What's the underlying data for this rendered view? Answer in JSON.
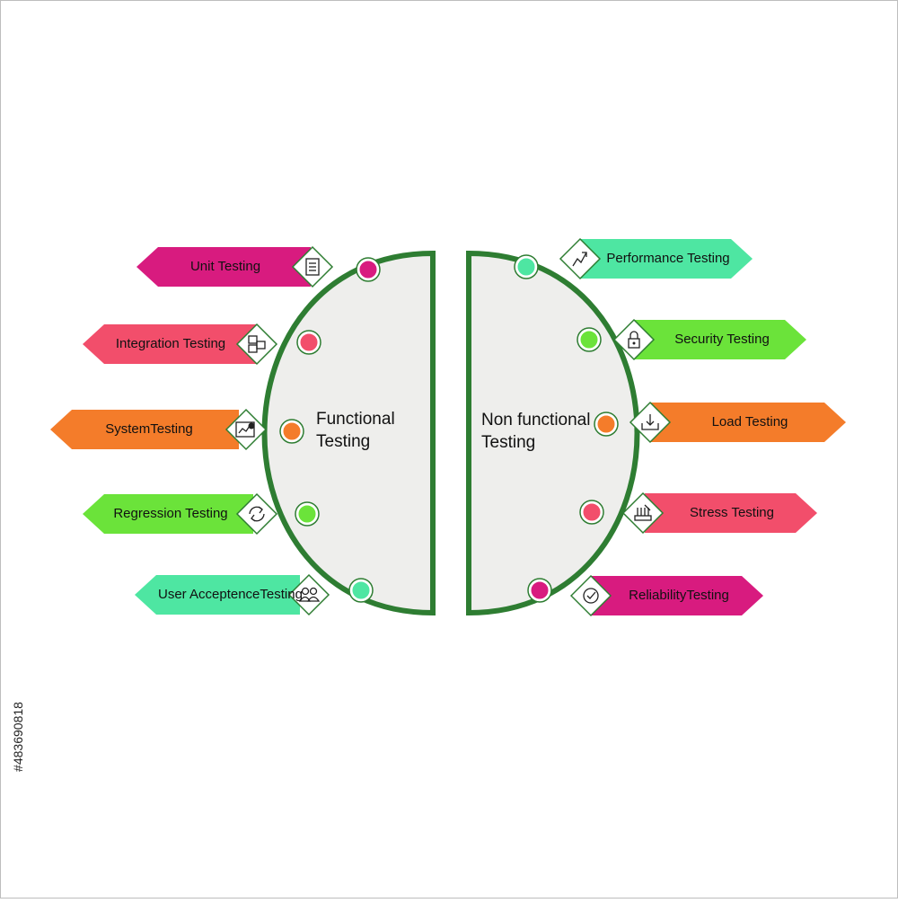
{
  "colors": {
    "outline": "#2e7d32",
    "half_fill": "#eeeeec",
    "magenta": "#d81b7f",
    "coral": "#f24e6b",
    "orange": "#f47c2a",
    "lime": "#6be33a",
    "mint": "#4ee6a2",
    "icon_border": "#2e7d32"
  },
  "left_half": {
    "label_line1": "Functional",
    "label_line2": "Testing",
    "items": [
      {
        "label": "Unit Testing",
        "color": "magenta",
        "dot": "magenta",
        "icon": "document-icon"
      },
      {
        "label": "Integration Testing",
        "color": "coral",
        "dot": "coral",
        "icon": "stacked-boxes-icon"
      },
      {
        "label": "SystemTesting",
        "color": "orange",
        "dot": "orange",
        "icon": "chart-gear-icon"
      },
      {
        "label": "Regression Testing",
        "color": "lime",
        "dot": "lime",
        "icon": "cycle-arrows-icon"
      },
      {
        "label": "User AcceptenceTesting",
        "color": "mint",
        "dot": "mint",
        "icon": "users-icon"
      }
    ]
  },
  "right_half": {
    "label_line1": "Non functional",
    "label_line2": "Testing",
    "items": [
      {
        "label": "Performance Testing",
        "color": "mint",
        "dot": "mint",
        "icon": "trend-arrow-icon"
      },
      {
        "label": "Security Testing",
        "color": "lime",
        "dot": "lime",
        "icon": "padlock-icon"
      },
      {
        "label": "Load Testing",
        "color": "orange",
        "dot": "orange",
        "icon": "download-tray-icon"
      },
      {
        "label": "Stress Testing",
        "color": "coral",
        "dot": "coral",
        "icon": "pressure-gauge-icon"
      },
      {
        "label": "ReliabilityTesting",
        "color": "magenta",
        "dot": "magenta",
        "icon": "check-dial-icon"
      }
    ]
  },
  "stock_id": "#483690818"
}
